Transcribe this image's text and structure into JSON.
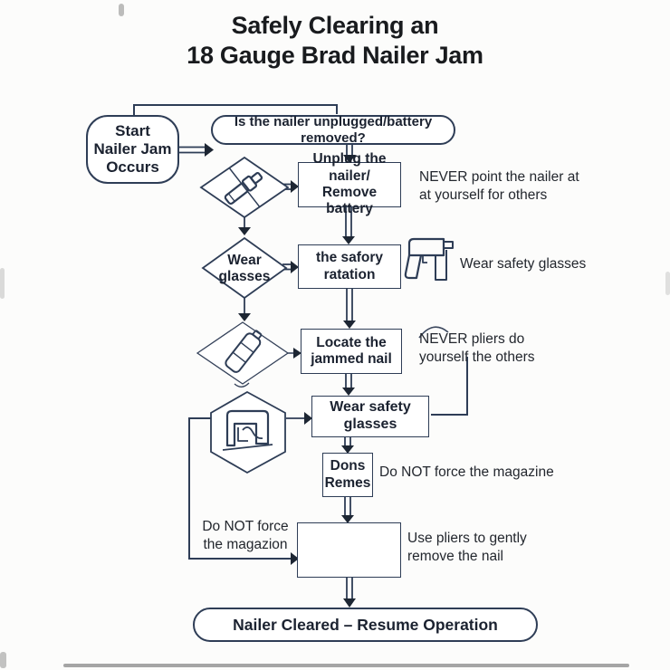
{
  "title": {
    "line1": "Safely Clearing an",
    "line2": "18 Gauge Brad Nailer Jam"
  },
  "nodes": {
    "start": {
      "line1": "Start",
      "line2": "Nailer Jam",
      "line3": "Occurs"
    },
    "question": {
      "label": "Is the nailer unplugged/battery removed?"
    },
    "unplug": {
      "line1": "Unplug the nailer/",
      "line2": "Remove battery"
    },
    "safory": {
      "line1": "the safory",
      "line2": "ratation"
    },
    "locate": {
      "line1": "Locate the",
      "line2": "jammed nail"
    },
    "wear_safety": {
      "label": "Wear safety glasses"
    },
    "dons": {
      "line1": "Dons",
      "line2": "Remes"
    },
    "end": {
      "label": "Nailer Cleared – Resume Operation"
    }
  },
  "decisions": {
    "wear_glasses": {
      "line1": "Wear",
      "line2": "glasses"
    }
  },
  "annotations": {
    "never_point": {
      "line1": "NEVER point the nailer at",
      "line2": "at yourself for others"
    },
    "wear_glasses_note": {
      "label": "Wear safety glasses"
    },
    "never_pliers": {
      "line1": "NEVER pliers do",
      "line2": "yourself the others"
    },
    "no_force_magazine": {
      "label": "Do NOT force the magazine"
    },
    "no_force_magazion": {
      "line1": "Do NOT force",
      "line2": "the magazion"
    },
    "use_pliers": {
      "line1": "Use pliers to gently",
      "line2": "remove the nail"
    }
  },
  "icons": {
    "diamond1": "driver-tool-icon",
    "diamond3": "battery-magazine-icon",
    "hexagon": "staple-gun-icon",
    "beside_safory": "brad-nailer-icon",
    "wrench_box": "crossed-wrenches-icon"
  },
  "colors": {
    "stroke": "#2e3d56",
    "arrow": "#1d2633",
    "text": "#1b2230",
    "background": "#fcfcfb"
  }
}
